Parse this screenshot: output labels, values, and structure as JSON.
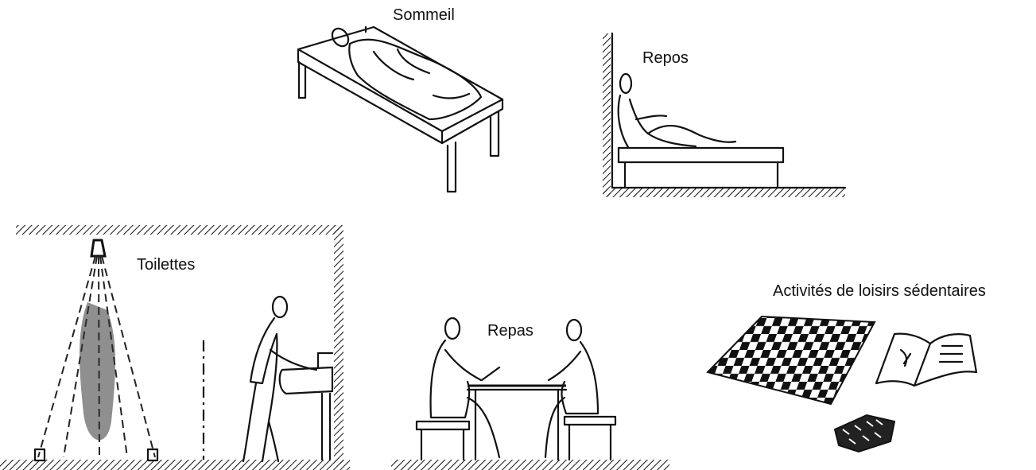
{
  "labels": {
    "sommeil": "Sommeil",
    "repos": "Repos",
    "toilettes": "Toilettes",
    "repas": "Repas",
    "loisirs": "Activités de loisirs sédentaires"
  },
  "colors": {
    "ink": "#111111",
    "background": "#ffffff"
  }
}
